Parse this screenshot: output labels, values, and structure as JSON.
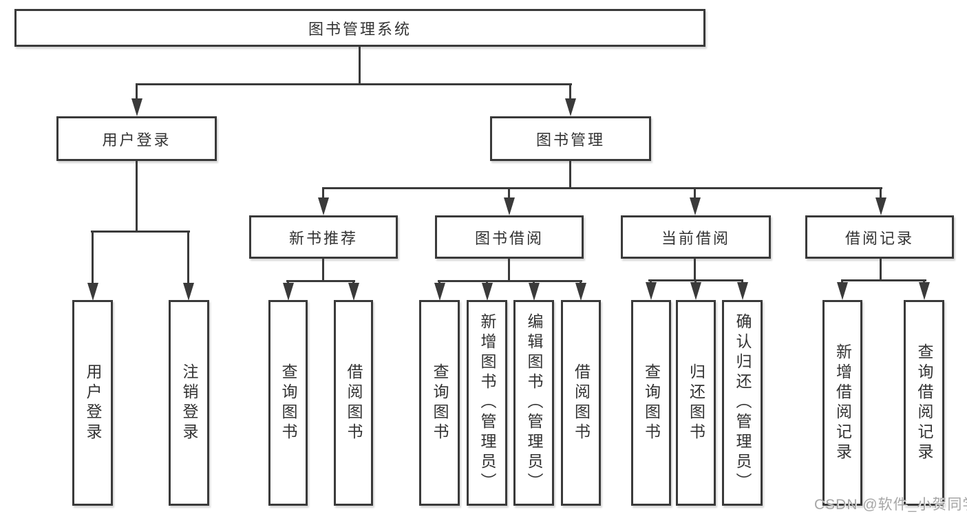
{
  "diagram": {
    "root": {
      "label": "图书管理系统"
    },
    "level2": [
      {
        "label": "用户登录"
      },
      {
        "label": "图书管理"
      }
    ],
    "level3": [
      {
        "label": "新书推荐"
      },
      {
        "label": "图书借阅"
      },
      {
        "label": "当前借阅"
      },
      {
        "label": "借阅记录"
      }
    ],
    "leaves": {
      "user_login": [
        "用户登录",
        "注销登录"
      ],
      "new_book": [
        "查询图书",
        "借阅图书"
      ],
      "borrow": [
        "查询图书",
        "新增图书（管理员）",
        "编辑图书（管理员）",
        "借阅图书"
      ],
      "current": [
        "查询图书",
        "归还图书",
        "确认归还（管理员）"
      ],
      "records": [
        "新增借阅记录",
        "查询借阅记录"
      ]
    }
  },
  "watermark": "CSDN @软件_小贺同学",
  "colors": {
    "line": "#3a3a3a",
    "text": "#333333",
    "watermark_gray": "#a6a6a6",
    "background": "#ffffff"
  }
}
